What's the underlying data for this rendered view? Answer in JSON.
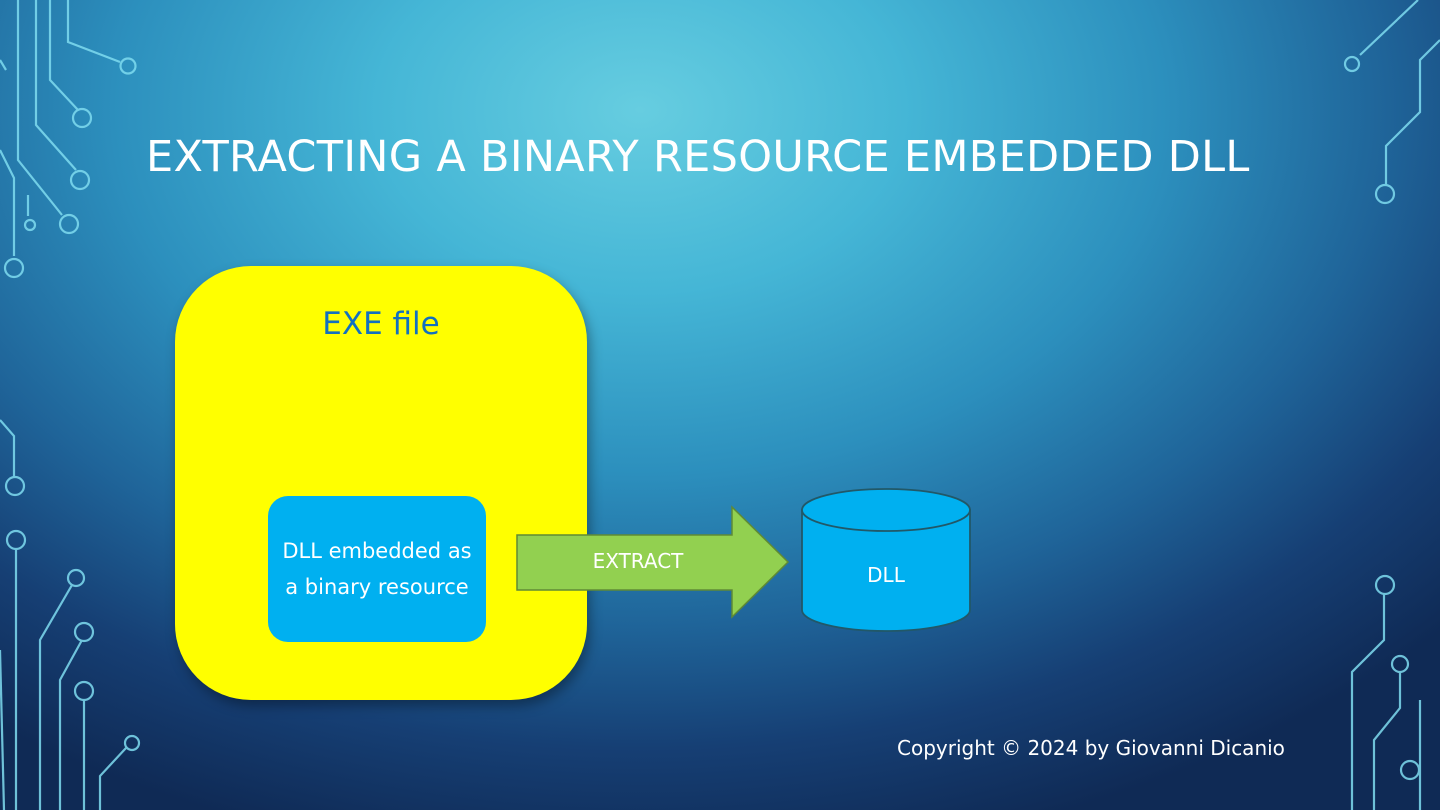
{
  "slide": {
    "title": "EXTRACTING A BINARY RESOURCE EMBEDDED DLL",
    "copyright": "Copyright © 2024 by Giovanni Dicanio"
  },
  "diagram": {
    "exe_label": "EXE file",
    "inner_label": "DLL embedded as a binary resource",
    "arrow_label": "EXTRACT",
    "dll_label": "DLL"
  },
  "colors": {
    "exe_fill": "#ffff00",
    "exe_text": "#1270c0",
    "inner_fill": "#00b0f0",
    "arrow_fill": "#92d050",
    "cylinder_fill": "#00b0f0",
    "circuit_line": "#7fdcf0"
  },
  "icons": {
    "decoration": "circuit-trace-decoration"
  }
}
